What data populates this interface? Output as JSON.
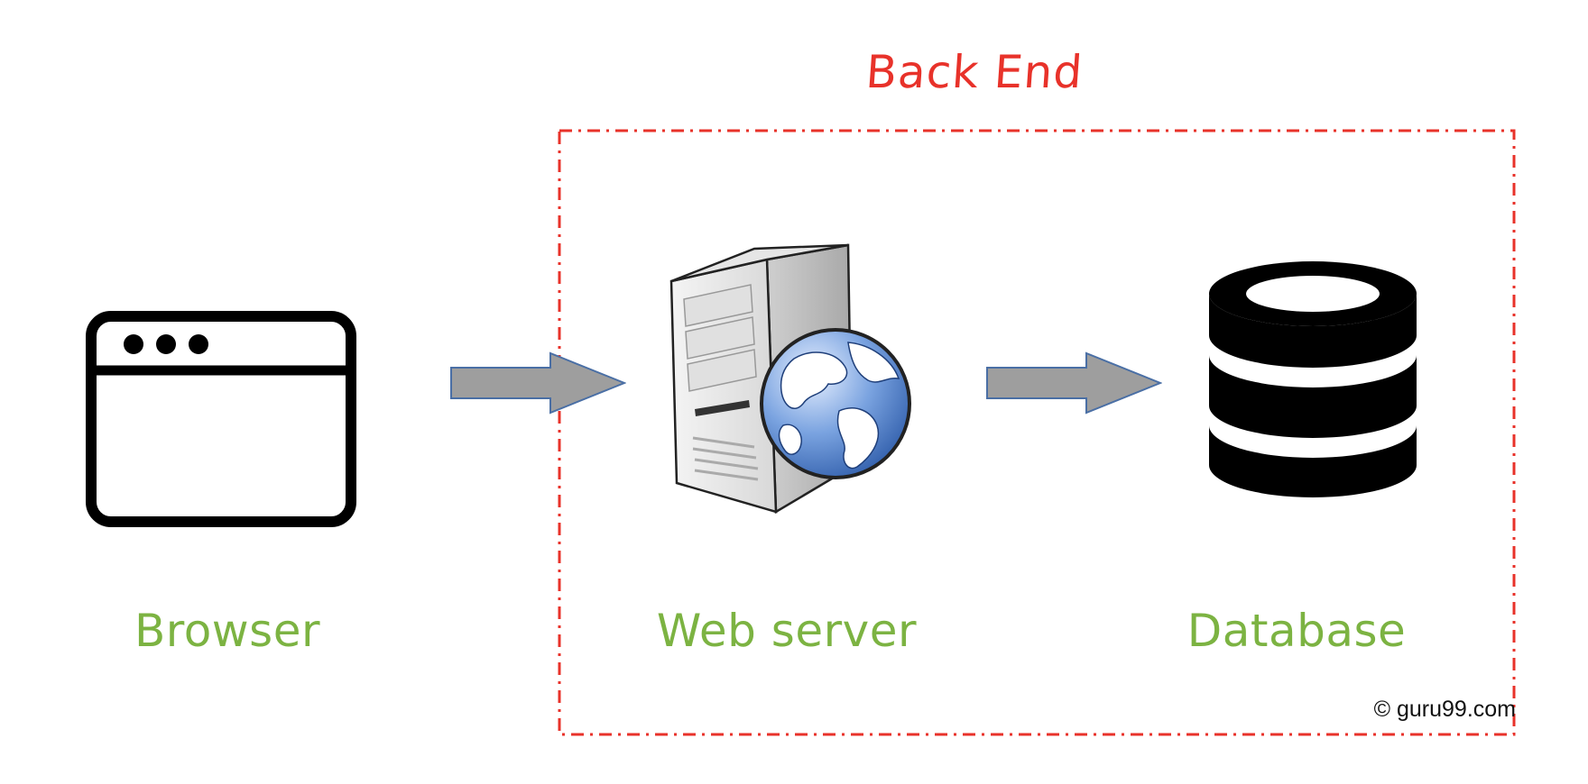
{
  "backend": {
    "title": "Back End"
  },
  "nodes": {
    "browser": {
      "label": "Browser",
      "icon": "browser-window-icon"
    },
    "web_server": {
      "label": "Web server",
      "icon": "web-server-globe-icon"
    },
    "database": {
      "label": "Database",
      "icon": "database-icon"
    }
  },
  "edges": [
    {
      "from": "Browser",
      "to": "Web server"
    },
    {
      "from": "Web server",
      "to": "Database"
    }
  ],
  "copyright": "© guru99.com",
  "colors": {
    "backend_accent": "#e8322a",
    "label_green": "#7cb342",
    "arrow_fill": "#9e9e9e",
    "arrow_stroke": "#4a6fa5",
    "icon_black": "#000000"
  }
}
